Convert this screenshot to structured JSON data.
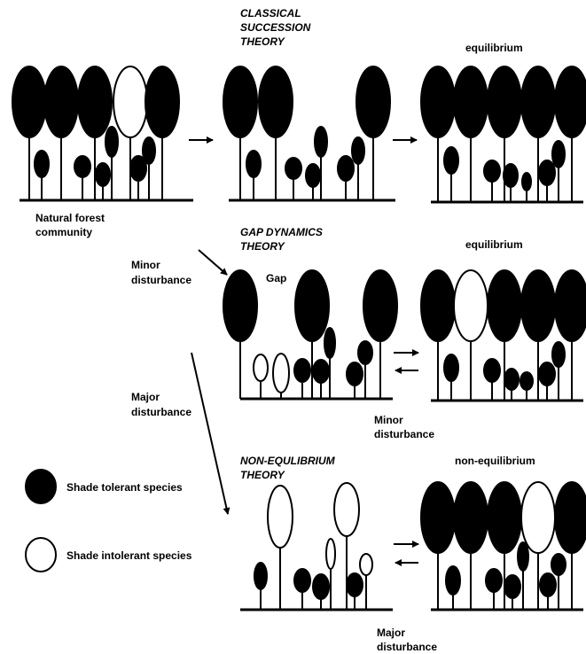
{
  "titles": {
    "classical_1": "CLASSICAL",
    "classical_2": "SUCCESSION",
    "classical_3": "THEORY",
    "gap_1": "GAP DYNAMICS",
    "gap_2": "THEORY",
    "noneq_1": "NON-EQULIBRIUM",
    "noneq_2": "THEORY"
  },
  "labels": {
    "natural_1": "Natural forest",
    "natural_2": "community",
    "equilibrium_top": "equilibrium",
    "equilibrium_mid": "equilibrium",
    "non_equilibrium": "non-equilibrium",
    "gap": "Gap",
    "minor_1": "Minor",
    "minor_2": "disturbance",
    "minor_b_1": "Minor",
    "minor_b_2": "disturbance",
    "major_1": "Major",
    "major_2": "disturbance",
    "major_b_1": "Major",
    "major_b_2": "disturbance"
  },
  "legend": {
    "tolerant": "Shade tolerant species",
    "intolerant": "Shade intolerant species"
  },
  "colors": {
    "tolerant": "#000000",
    "intolerant": "#ffffff",
    "line": "#000000"
  }
}
